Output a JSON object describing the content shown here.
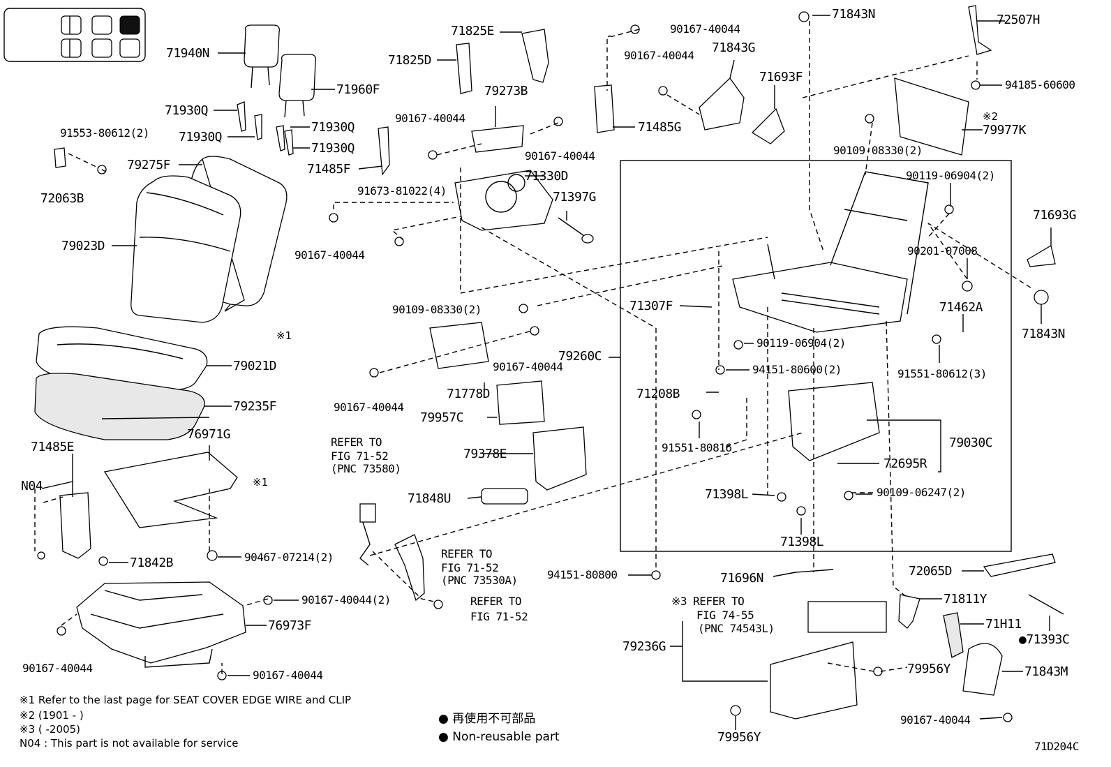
{
  "labels": {
    "p71940N": "71940N",
    "p71960F": "71960F",
    "p71930Q_a": "71930Q",
    "p71930Q_b": "71930Q",
    "p71930Q_c": "71930Q",
    "p71930Q_d": "71930Q",
    "p91553": "91553-80612(2)",
    "p79275F": "79275F",
    "p72063B": "72063B",
    "p79023D": "79023D",
    "ref1_a": "※1",
    "p79021D": "79021D",
    "p79235F": "79235F",
    "p76971G": "76971G",
    "ref1_b": "※1",
    "p71485E": "71485E",
    "pN04": "N04",
    "p71842B": "71842B",
    "p90467": "90467-07214(2)",
    "p90167_2": "90167-40044(2)",
    "p76973F": "76973F",
    "p90167_a": "90167-40044",
    "p90167_b": "90167-40044",
    "p71825E": "71825E",
    "p71825D": "71825D",
    "p79273B": "79273B",
    "p90167_c": "90167-40044",
    "p90167_d": "90167-40044",
    "p71485F": "71485F",
    "p71330D": "71330D",
    "p91673": "91673-81022(4)",
    "p71397G": "71397G",
    "p90167_e": "90167-40044",
    "p90109_a": "90109-08330(2)",
    "p90167_f": "90167-40044",
    "p90167_g": "90167-40044",
    "p71778D": "71778D",
    "p79957C": "79957C",
    "p79378E": "79378E",
    "p71848U": "71848U",
    "refer1_l1": "REFER TO",
    "refer1_l2": "FIG 71-52",
    "refer1_l3": "(PNC 73580)",
    "refer2_l1": "REFER TO",
    "refer2_l2": "FIG 71-52",
    "refer2_l3": "(PNC 73530A)",
    "refer3_l1": "REFER TO",
    "refer3_l2": "FIG 71-52",
    "p90167_h": "90167-40044",
    "p90167_i": "90167-40044",
    "p71843G": "71843G",
    "p71693F": "71693F",
    "p71485G": "71485G",
    "p71843N_a": "71843N",
    "p72507H": "72507H",
    "p94185": "94185-60600",
    "ref2": "※2",
    "p79977K": "79977K",
    "p90109_b": "90109-08330(2)",
    "p90119_a": "90119-06904(2)",
    "p71693G": "71693G",
    "p90201": "90201-07008",
    "p71462A": "71462A",
    "p71843N_b": "71843N",
    "p71307F": "71307F",
    "p90119_b": "90119-06904(2)",
    "p91551_a": "91551-80612(3)",
    "p79260C": "79260C",
    "p94151_a": "94151-80600(2)",
    "p71208B": "71208B",
    "p91551_b": "91551-80816",
    "p79030C": "79030C",
    "p72695R": "72695R",
    "p71398L_a": "71398L",
    "p90109_c": "90109-06247(2)",
    "p71398L_b": "71398L",
    "p94151_b": "94151-80800",
    "p71696N": "71696N",
    "p72065D": "72065D",
    "p71811Y": "71811Y",
    "p71H11": "71H11",
    "p71393C": "●71393C",
    "refer4_l1": "※3 REFER TO",
    "refer4_l2": "FIG 74-55",
    "refer4_l3": "(PNC 74543L)",
    "p79236G": "79236G",
    "p79956Y_a": "79956Y",
    "p71843M": "71843M",
    "p90167_j": "90167-40044",
    "p79956Y_b": "79956Y"
  },
  "footnotes": {
    "n1": "※1  Refer to the last page for SEAT COVER EDGE WIRE and CLIP",
    "n2": "※2 (1901 -      )",
    "n3": "※3 (      -2005)",
    "n04": "N04 : This part is not available for service"
  },
  "legend": {
    "jp": "●  再使用不可部品",
    "en": "●  Non-reusable part"
  },
  "figure_code": "71D204C"
}
